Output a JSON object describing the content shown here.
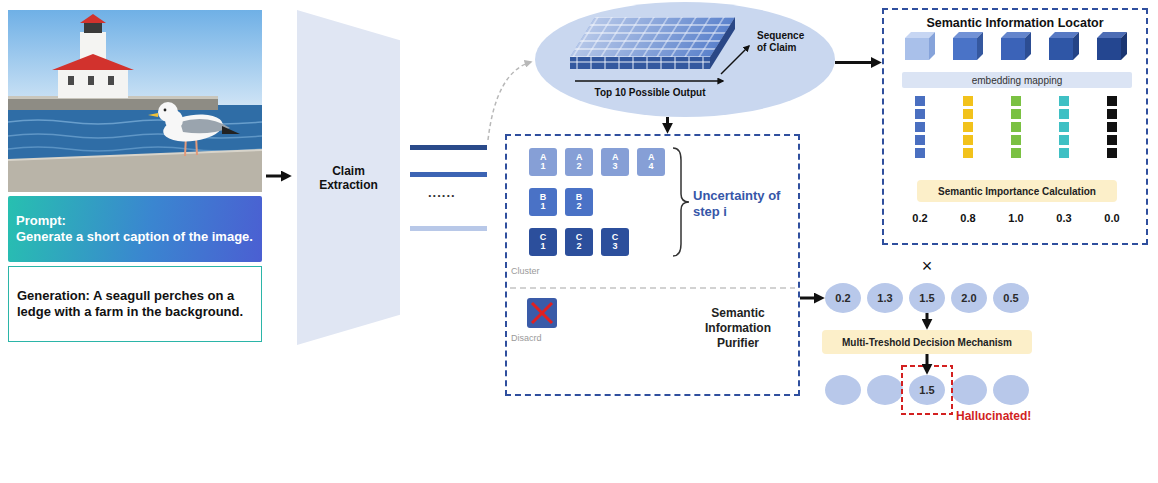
{
  "diagram": {
    "nodes": [
      {
        "text": [
          "Prompt:",
          "Generate a short caption of the image."
        ]
      },
      {
        "text": [
          "Generation: A seagull perches on a ledge with a farm in the background."
        ]
      },
      {
        "text": [
          "Claim Extraction"
        ]
      },
      {
        "text": [
          "Sequence of Claim",
          "Top 10 Possible Output"
        ]
      },
      {
        "text": [
          "Semantic Information Locator"
        ]
      },
      {
        "text": [
          "embedding mapping"
        ],
        "in": 4
      },
      {
        "text": [
          "Semantic Importance Calculation"
        ],
        "in": 4
      },
      {
        "text": [
          "Uncertainty of step i",
          "Semantic Information Purifier"
        ]
      },
      {
        "text": [
          "A 1"
        ],
        "in": 7
      },
      {
        "text": [
          "A 2"
        ],
        "in": 7
      },
      {
        "text": [
          "A 3"
        ],
        "in": 7
      },
      {
        "text": [
          "A 4"
        ],
        "in": 7
      },
      {
        "text": [
          "B 1"
        ],
        "in": 7
      },
      {
        "text": [
          "B 2"
        ],
        "in": 7
      },
      {
        "text": [
          "C 1"
        ],
        "in": 7
      },
      {
        "text": [
          "C 2"
        ],
        "in": 7
      },
      {
        "text": [
          "C 3"
        ],
        "in": 7
      },
      {
        "text": [
          "0.2"
        ]
      },
      {
        "text": [
          "1.3"
        ]
      },
      {
        "text": [
          "1.5"
        ]
      },
      {
        "text": [
          "2.0"
        ]
      },
      {
        "text": [
          "0.5"
        ]
      },
      {
        "text": [
          "Multi-Treshold Decision Mechanism"
        ]
      },
      {
        "text": [
          "1.5"
        ]
      }
    ],
    "edges": [
      {
        "from": 3,
        "to": 4,
        "arrow": "to"
      },
      {
        "from": 3,
        "to": 7,
        "arrow": "to"
      },
      {
        "from": 7,
        "to": 17,
        "arrow": "to"
      },
      {
        "from": 19,
        "to": 22,
        "arrow": "to"
      },
      {
        "from": 22,
        "to": 23,
        "arrow": "to"
      }
    ],
    "labels": [
      "......",
      "Cluster",
      "Disacrd",
      "0.2",
      "0.8",
      "1.0",
      "0.3",
      "0.0",
      "×",
      "Hallucinated!"
    ]
  }
}
